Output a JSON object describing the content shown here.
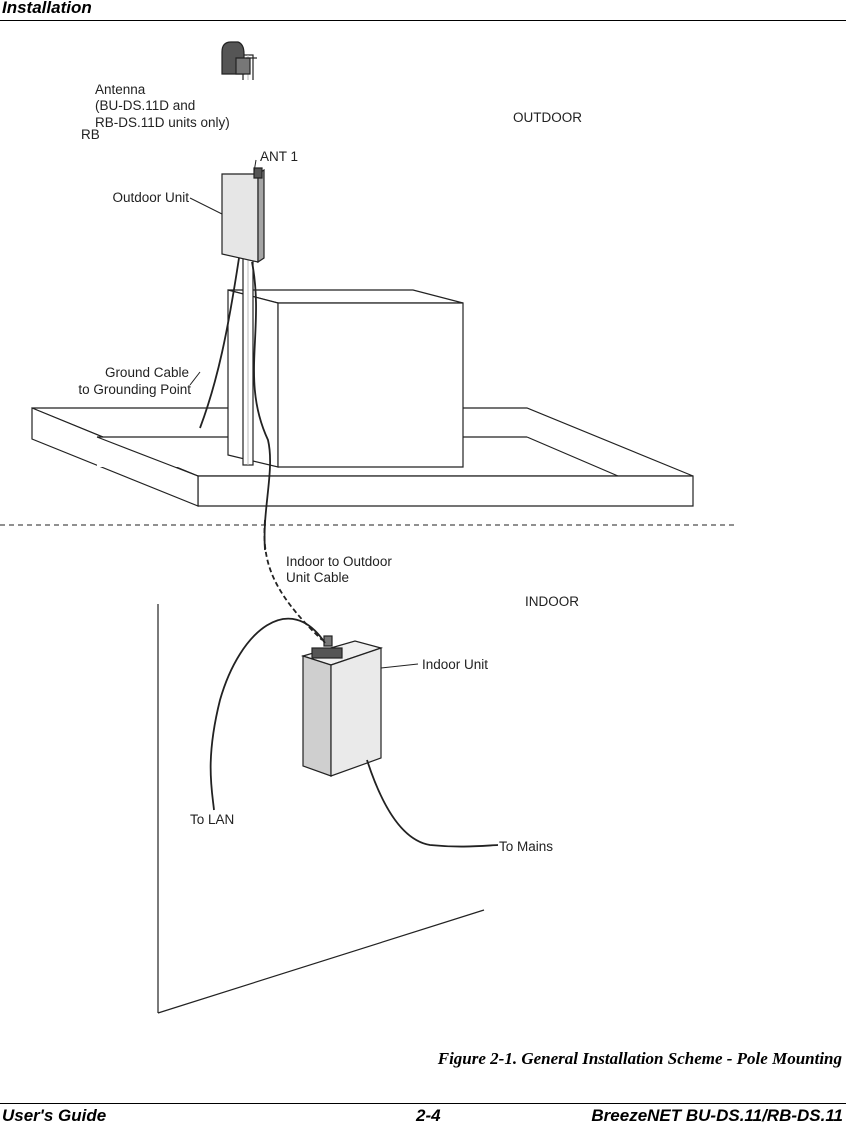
{
  "header": {
    "title": "Installation"
  },
  "diagram": {
    "labels": {
      "antenna_line1": "Antenna",
      "antenna_line2": "(BU-DS.11D and",
      "antenna_line3": "RB-DS.11D units only)",
      "partial_rb": "RB",
      "ant1": "ANT 1",
      "outdoor": "OUTDOOR",
      "outdoor_unit": "Outdoor Unit",
      "ground_cable_line1": "Ground Cable",
      "ground_cable_line2": "to Grounding Point",
      "indoor_outdoor_cable_line1": "Indoor to Outdoor",
      "indoor_outdoor_cable_line2": "Unit Cable",
      "indoor": "INDOOR",
      "indoor_unit": "Indoor Unit",
      "to_lan": "To LAN",
      "to_mains": "To Mains"
    }
  },
  "caption": "Figure 2-1.  General Installation Scheme - Pole Mounting",
  "footer": {
    "left": "User's Guide",
    "center": "2-4",
    "right": "BreezeNET BU-DS.11/RB-DS.11"
  }
}
